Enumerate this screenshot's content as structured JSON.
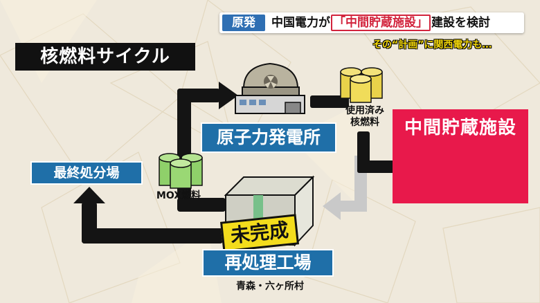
{
  "news": {
    "tag": "原発",
    "headline_before": "中国電力が",
    "headline_highlight": "「中間貯蔵施設」",
    "headline_after": "建設を検討",
    "subline": "その“計画”に関西電力も…"
  },
  "diagram": {
    "title": "核燃料サイクル",
    "nodes": {
      "power_plant": "原子力発電所",
      "spent_fuel": "使用済み\n核燃料",
      "interim_storage": "中間貯蔵施設",
      "final_disposal": "最終処分場",
      "mox_fuel": "MOX燃料",
      "reprocessing": "再処理工場",
      "reprocessing_location": "青森・六ヶ所村",
      "incomplete_stamp": "未完成"
    }
  },
  "colors": {
    "accent_blue": "#1f6fa8",
    "storage_red": "#e8194b",
    "stamp_yellow": "#f3dc1c",
    "arrow_black": "#141414",
    "arrow_gray": "#c7c7c7"
  }
}
